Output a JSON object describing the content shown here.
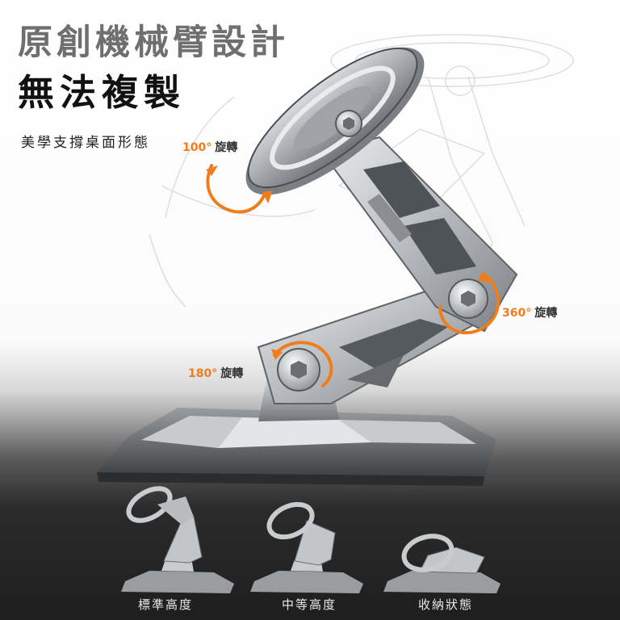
{
  "headline": {
    "line1": "原創機械臂設計",
    "line2": "無法複製",
    "sub": "美學支撐桌面形態"
  },
  "annotations": [
    {
      "degree": "100°",
      "label": "旋轉"
    },
    {
      "degree": "360°",
      "label": "旋轉"
    },
    {
      "degree": "180°",
      "label": "旋轉"
    }
  ],
  "variants": [
    {
      "caption": "標準高度"
    },
    {
      "caption": "中等高度"
    },
    {
      "caption": "收納狀態"
    }
  ],
  "colors": {
    "accent": "#f07d1c",
    "metal": "#b9bcbf",
    "metal_dark": "#6d7175"
  }
}
